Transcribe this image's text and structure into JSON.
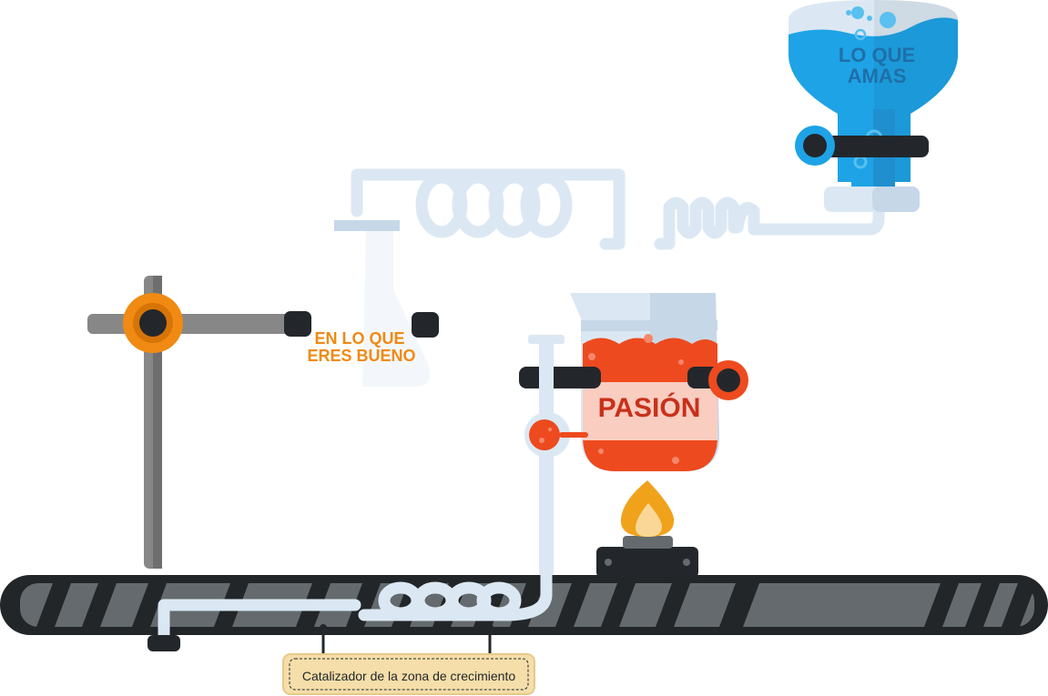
{
  "labels": {
    "funnel_line1": "LO QUE",
    "funnel_line2": "AMAS",
    "flask_line1": "EN LO QUE",
    "flask_line2": "ERES BUENO",
    "beaker": "PASIÓN",
    "catalyst": "Catalizador de la zona de crecimiento"
  },
  "colors": {
    "blue_liquid": "#1ea3e6",
    "blue_dark": "#1f8fcf",
    "glass_light": "#dbe8f3",
    "glass_mid": "#c6d8e8",
    "orange_accent": "#f08a12",
    "red_liquid": "#ee4a1f",
    "red_text": "#c8311a",
    "stand_gray": "#878787",
    "belt_dark": "#222629",
    "belt_panel": "#646a6d",
    "clamp_dark": "#23272b",
    "label_bg": "#f5dea9",
    "flame_orange": "#f0a21b",
    "flame_inner": "#fad796"
  },
  "icons": [
    "funnel-icon",
    "flask-icon",
    "beaker-icon",
    "burner-icon",
    "flame-icon",
    "clamp-icon",
    "conveyor-belt-icon",
    "coil-tube-icon"
  ]
}
